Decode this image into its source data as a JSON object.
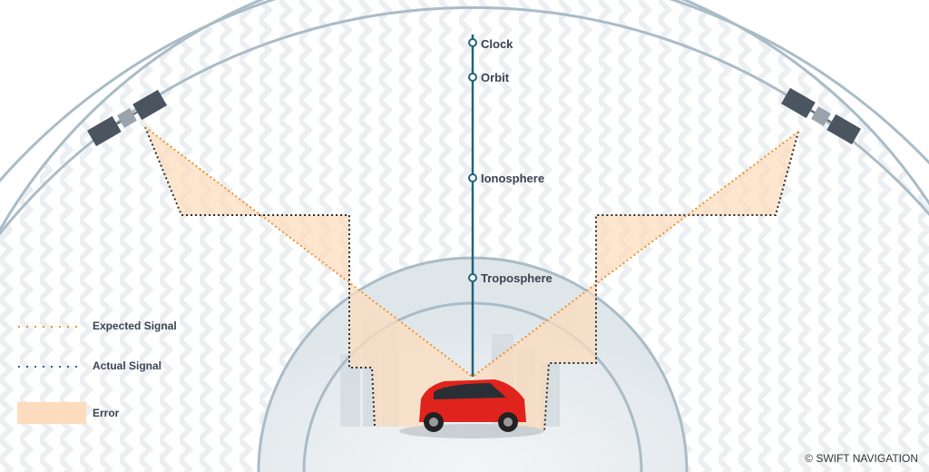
{
  "layers": [
    {
      "label": "Clock"
    },
    {
      "label": "Orbit"
    },
    {
      "label": "Ionosphere"
    },
    {
      "label": "Troposphere"
    }
  ],
  "legend": [
    {
      "label": "Expected Signal",
      "color": "#f0922e",
      "style": "dotted line"
    },
    {
      "label": "Actual Signal",
      "color": "#2d6878",
      "style": "dotted line"
    },
    {
      "label": "Error",
      "color": "#fcdcbd",
      "style": "filled box"
    }
  ],
  "colors": {
    "arc": "#a9bcc7",
    "axis": "#1f6579",
    "car": "#e0231c"
  },
  "copyright": "© SWIFT NAVIGATION"
}
